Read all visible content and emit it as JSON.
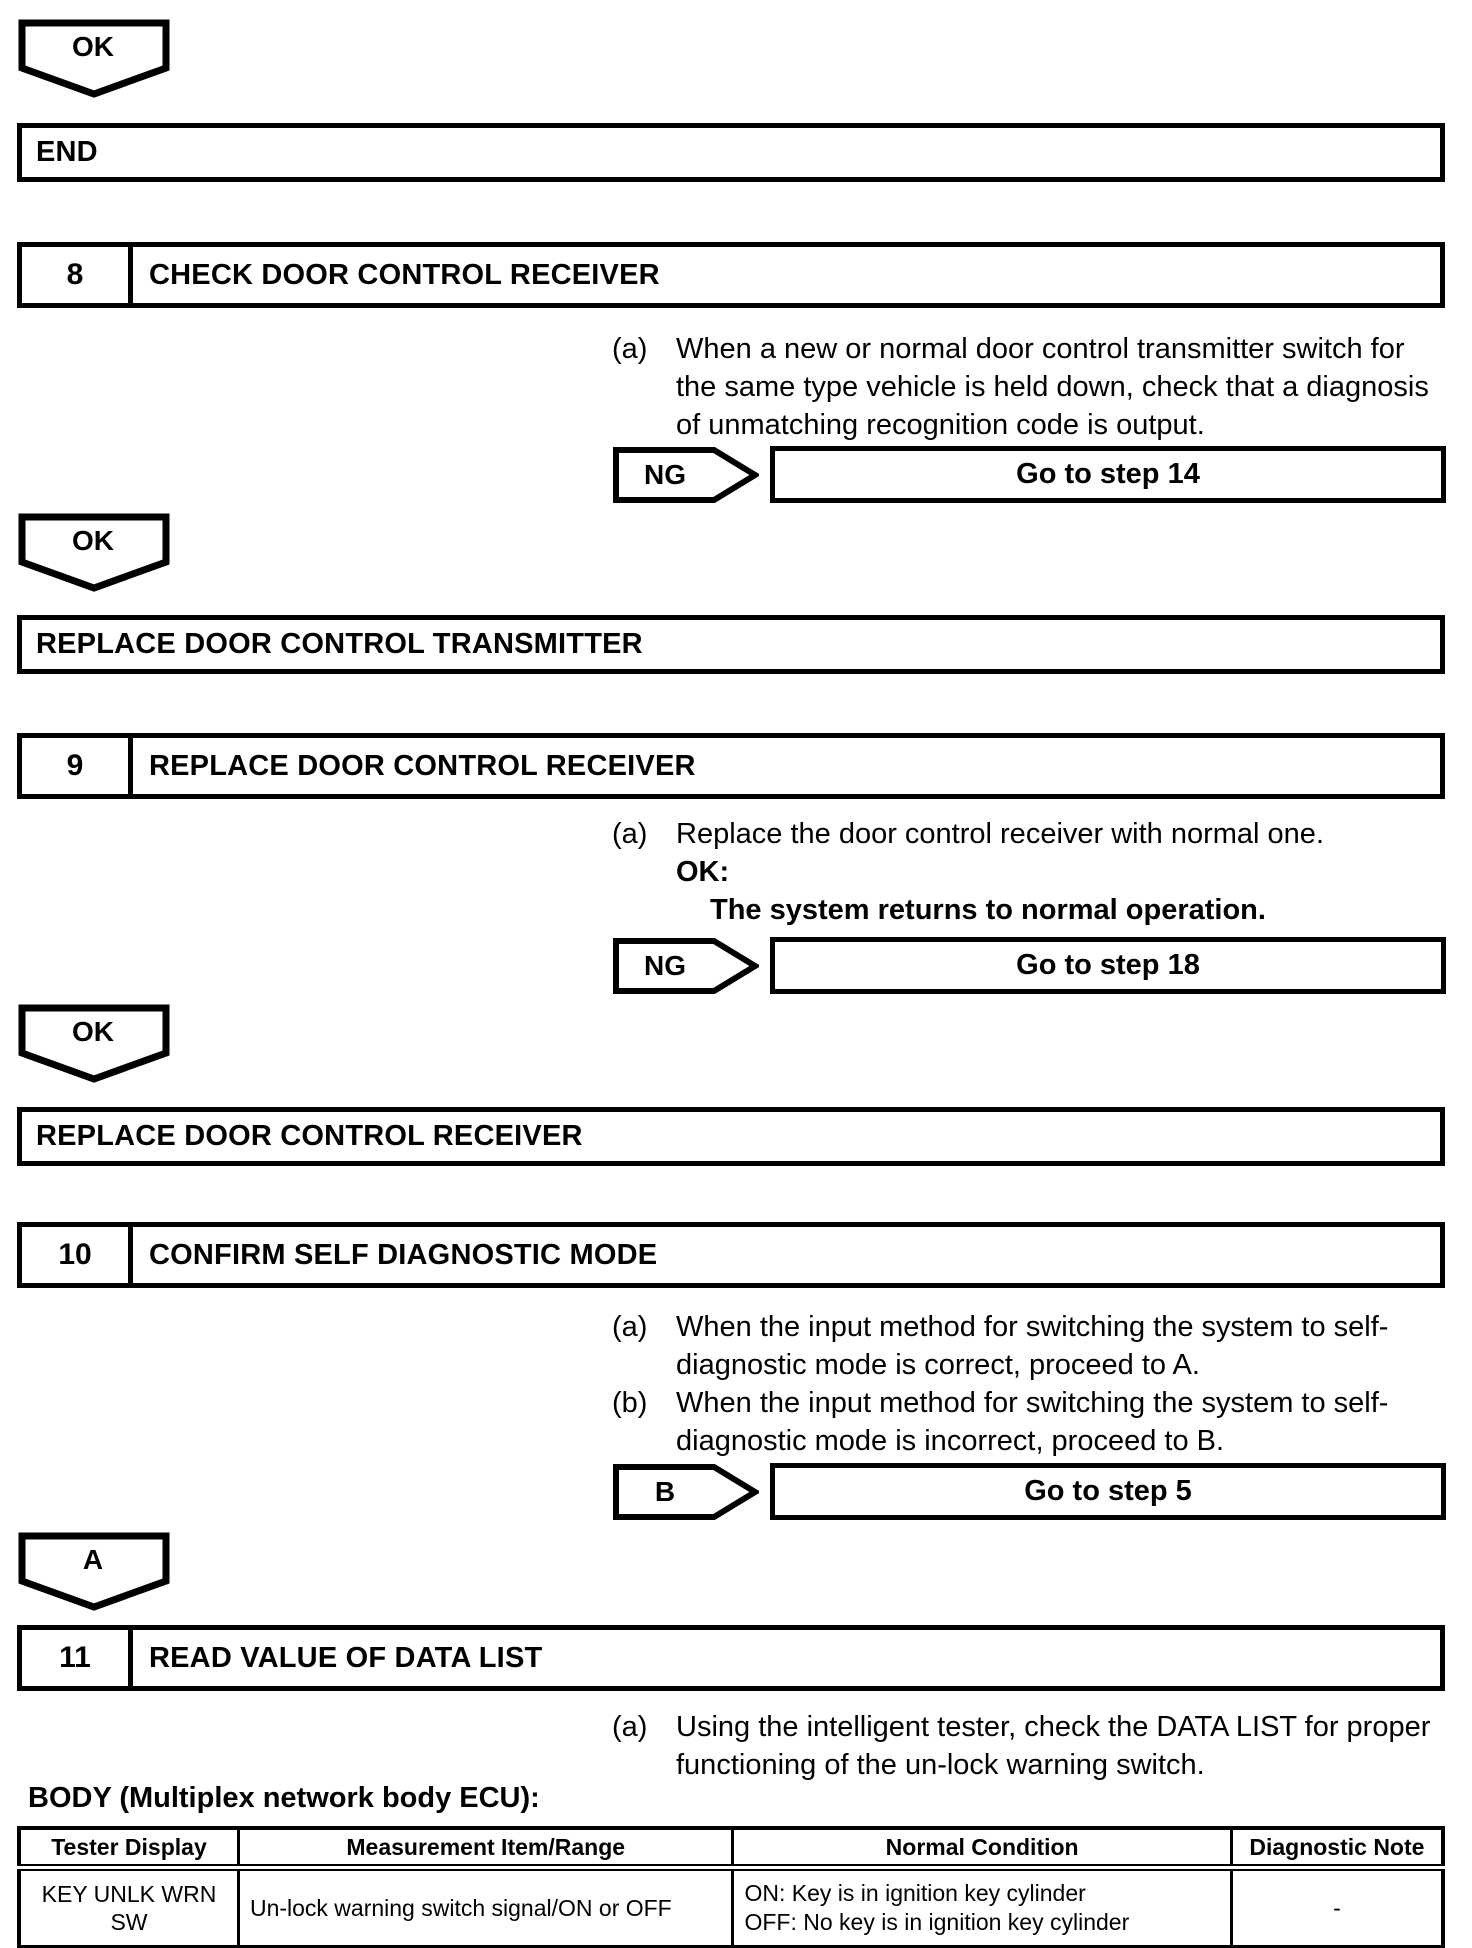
{
  "connectors": {
    "ok1": "OK",
    "ok2": "OK",
    "ok3": "OK",
    "a": "A"
  },
  "end_box": {
    "label": "END"
  },
  "action_boxes": {
    "replace_transmitter": "REPLACE DOOR CONTROL TRANSMITTER",
    "replace_receiver": "REPLACE DOOR CONTROL RECEIVER"
  },
  "steps": {
    "s8": {
      "num": "8",
      "title": "CHECK DOOR CONTROL RECEIVER",
      "item_a_label": "(a)",
      "item_a_text": "When a new or normal door control transmitter switch for the same type vehicle is held down, check that a diagnosis of unmatching recognition code is output.",
      "branch_tag": "NG",
      "branch_target": "Go to step 14"
    },
    "s9": {
      "num": "9",
      "title": "REPLACE DOOR CONTROL RECEIVER",
      "item_a_label": "(a)",
      "item_a_text": "Replace the door control receiver with normal one.",
      "ok_heading": "OK:",
      "ok_text": "The system returns to normal operation.",
      "branch_tag": "NG",
      "branch_target": "Go to step 18"
    },
    "s10": {
      "num": "10",
      "title": "CONFIRM SELF DIAGNOSTIC MODE",
      "item_a_label": "(a)",
      "item_a_text": "When the input method for switching the system to self-diagnostic mode is correct, proceed to A.",
      "item_b_label": "(b)",
      "item_b_text": "When the input method for switching the system to self-diagnostic mode is incorrect, proceed to B.",
      "branch_tag": "B",
      "branch_target": "Go to step 5"
    },
    "s11": {
      "num": "11",
      "title": "READ VALUE OF DATA LIST",
      "item_a_label": "(a)",
      "item_a_text": "Using the intelligent tester, check the DATA LIST for proper functioning of the un-lock warning switch."
    }
  },
  "data_table": {
    "heading": "BODY (Multiplex network body ECU):",
    "headers": [
      "Tester Display",
      "Measurement Item/Range",
      "Normal Condition",
      "Diagnostic Note"
    ],
    "rows": [
      {
        "tester_display": "KEY UNLK WRN SW",
        "measurement": "Un-lock warning switch signal/ON or OFF",
        "normal_condition": [
          "ON: Key is in ignition key cylinder",
          "OFF: No key is in ignition key cylinder"
        ],
        "diagnostic_note": "-"
      }
    ]
  }
}
